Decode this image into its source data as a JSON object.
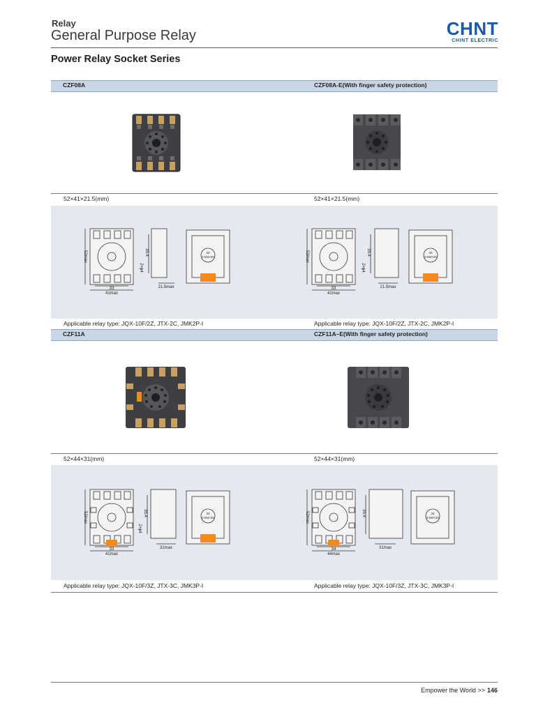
{
  "header": {
    "category": "Relay",
    "title": "General Purpose Relay",
    "brand_logo": "CHNT",
    "brand_sub": "CHINT ELECTRIC"
  },
  "section_title": "Power Relay Socket Series",
  "products": [
    {
      "model": "CZF08A",
      "dimensions": "52×41×21.5(mm)",
      "applicable": "Applicable relay type: JQX-10F/2Z, JTX-2C, JMK2P-I",
      "labels": {
        "width": "33",
        "width_max": "41max",
        "height": "52max",
        "pitch": "35.4",
        "hole": "2×ϕ4",
        "depth": "21.5max",
        "inner": "33",
        "inner2": "2-M4×25"
      }
    },
    {
      "model": "CZF08A-E(With finger safety protection)",
      "dimensions": "52×41×21.5(mm)",
      "applicable": "Applicable relay type: JQX-10F/2Z, JTX-2C, JMK2P-I",
      "labels": {
        "width": "33",
        "width_max": "41max",
        "height": "52max",
        "pitch": "35.4",
        "hole": "2×ϕ4",
        "depth": "21.5max",
        "inner": "33",
        "inner2": "2-M4×25"
      }
    },
    {
      "model": "CZF11A",
      "dimensions": "52×44×31(mm)",
      "applicable": "Applicable relay type: JQX-10F/3Z, JTX-3C, JMK3P-I",
      "labels": {
        "width": "33",
        "width_max": "41max",
        "height": "52max",
        "pitch": "35.4",
        "hole": "2×ϕ4",
        "depth": "31max",
        "inner": "33",
        "inner2": "2-M4×25"
      }
    },
    {
      "model": "CZF11A–E(With finger safety protection)",
      "dimensions": "52×44×31(mm)",
      "applicable": "Applicable relay type: JQX-10F/3Z, JTX-3C, JMK3P-I",
      "labels": {
        "width": "34",
        "width_max": "44max",
        "height": "52max",
        "pitch": "35.4",
        "hole": "",
        "depth": "31max",
        "inner": "34",
        "inner2": "2-M4×33"
      }
    }
  ],
  "footer": {
    "text": "Empower the World  >>",
    "page": "146"
  }
}
